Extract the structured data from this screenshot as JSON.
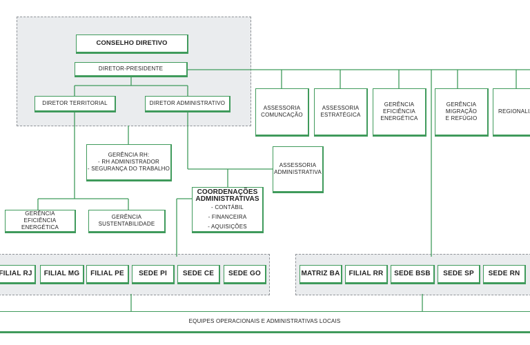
{
  "colors": {
    "line": "#3f9a5b",
    "region": "#eaecee",
    "text": "#222222"
  },
  "boxes": {
    "conselho": "CONSELHO DIRETIVO",
    "diretor_presidente": "DIRETOR-PRESIDENTE",
    "diretor_territorial": "DIRETOR TERRITORIAL",
    "diretor_administrativo": "DIRETOR ADMINISTRATIVO",
    "assessoria_comunicacao": [
      "ASSESSORIA",
      "COMUNCAÇÃO"
    ],
    "assessoria_estrategica": [
      "ASSESSORIA",
      "ESTRATÉGICA"
    ],
    "gerencia_eficiencia_top": [
      "GERÊNCIA",
      "EFICIÊNCIA",
      "ENERGÉTICA"
    ],
    "gerencia_migracao": [
      "GERÊNCIA",
      "MIGRAÇÃO",
      "E REFÚGIO"
    ],
    "regionalizacao": "REGIONALIZA",
    "gerencia_rh": [
      "GERÊNCIA RH:",
      "- RH ADMINISTRADOR",
      "- SEGURANÇA DO TRABALHO"
    ],
    "assessoria_administrativa": [
      "ASSESSORIA",
      "ADMINISTRATIVA"
    ],
    "coordenacoes_title": [
      "COORDENAÇÕES",
      "ADMINISTRATIVAS"
    ],
    "coordenacoes_items": [
      "- CONTÁBIL",
      "- FINANCEIRA",
      "- AQUISIÇÕES"
    ],
    "gerencia_eficiencia_left": [
      "GERÊNCIA",
      "EFICIÊNCIA ENERGÉTICA"
    ],
    "gerencia_sustentabilidade": [
      "GERÊNCIA",
      "SUSTENTABILIDADE"
    ],
    "left_units": [
      "FILIAL RJ",
      "FILIAL MG",
      "FILIAL PE",
      "SEDE PI",
      "SEDE CE",
      "SEDE GO"
    ],
    "right_units": [
      "MATRIZ BA",
      "FILIAL RR",
      "SEDE BSB",
      "SEDE SP",
      "SEDE RN"
    ],
    "equipes": "EQUIPES OPERACIONAIS E ADMINISTRATIVAS LOCAIS"
  }
}
